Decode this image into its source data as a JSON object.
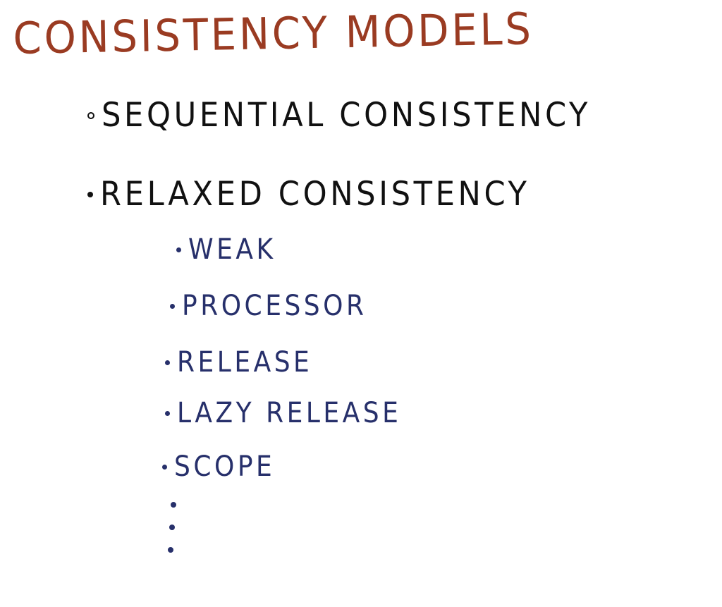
{
  "title": "CONSISTENCY MODELS",
  "models": [
    "SEQUENTIAL CONSISTENCY",
    "RELAXED CONSISTENCY"
  ],
  "relaxed_models": [
    "WEAK",
    "PROCESSOR",
    "RELEASE",
    "LAZY RELEASE",
    "SCOPE"
  ],
  "colors": {
    "title": "#9a3b22",
    "main_text": "#111111",
    "sub_text": "#27306b",
    "background": "#ffffff"
  }
}
